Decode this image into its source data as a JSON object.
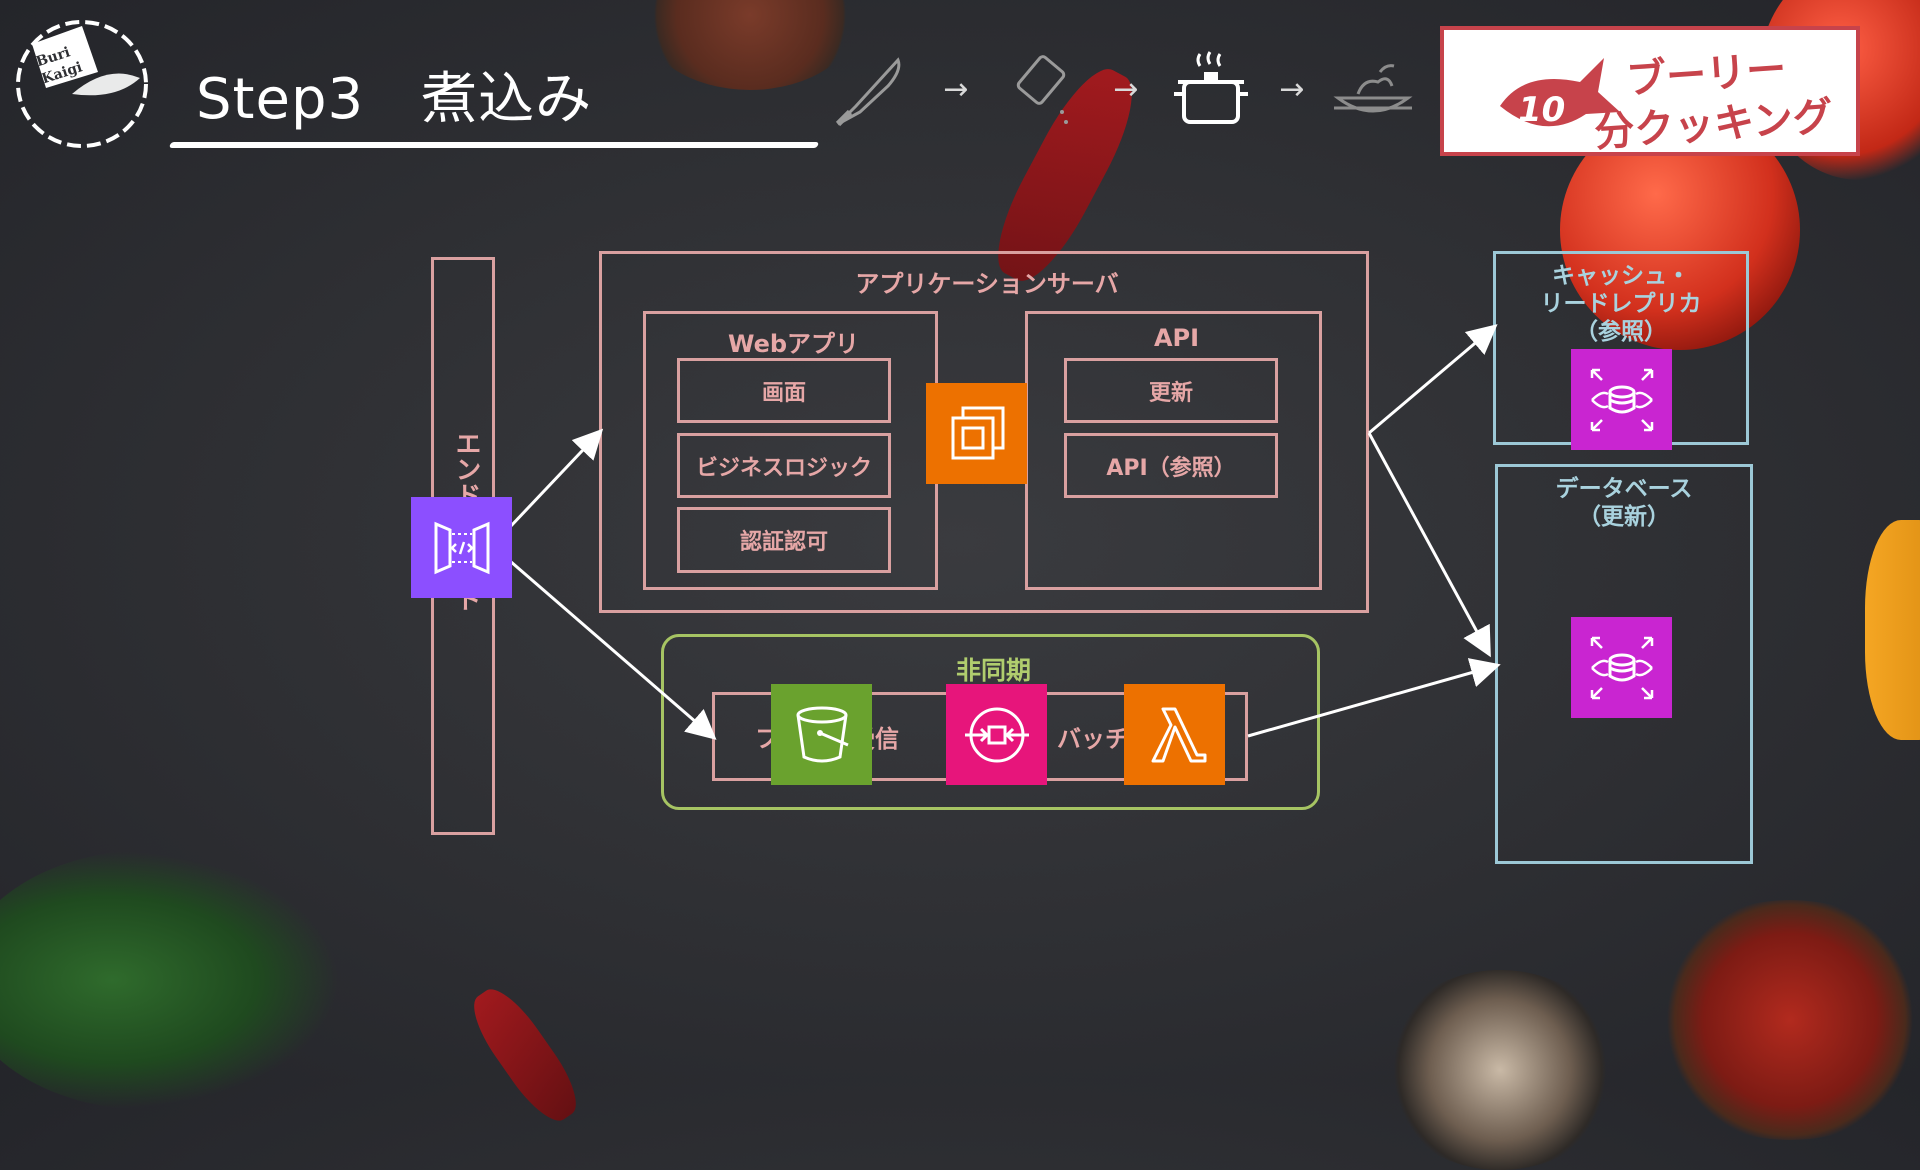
{
  "header": {
    "logo_text": "Buri Kaigi",
    "title": "Step3　煮込み",
    "steps": [
      "knife-icon",
      "pour-icon",
      "pot-icon",
      "dish-icon"
    ],
    "brand_badge": {
      "number": "10",
      "line1": "ブーリー",
      "line2": "分クッキング"
    }
  },
  "diagram": {
    "endpoint_label": "エンドポイント",
    "app_server": {
      "title": "アプリケーションサーバ",
      "webapp": {
        "title": "Webアプリ",
        "items": [
          "画面",
          "ビジネスロジック",
          "認証認可"
        ]
      },
      "api": {
        "title": "API",
        "items": [
          "更新",
          "API（参照）"
        ]
      }
    },
    "async": {
      "title": "非同期",
      "row_text_left": "ファイル受信",
      "row_text_right": "バッチ"
    },
    "cache": {
      "line1": "キャッシュ・",
      "line2": "リードレプリカ",
      "line3": "（参照）"
    },
    "database": {
      "line1": "データベース",
      "line2": "（更新）"
    }
  },
  "colors": {
    "pink": "#d9a0a0",
    "blue": "#9cc8d6",
    "green": "#a6c463",
    "api_gateway": "#8c4fff",
    "compute": "#ed7100",
    "storage": "#6aa22e",
    "queue": "#e7157b",
    "database": "#c925d1",
    "brand": "#c7434b"
  }
}
